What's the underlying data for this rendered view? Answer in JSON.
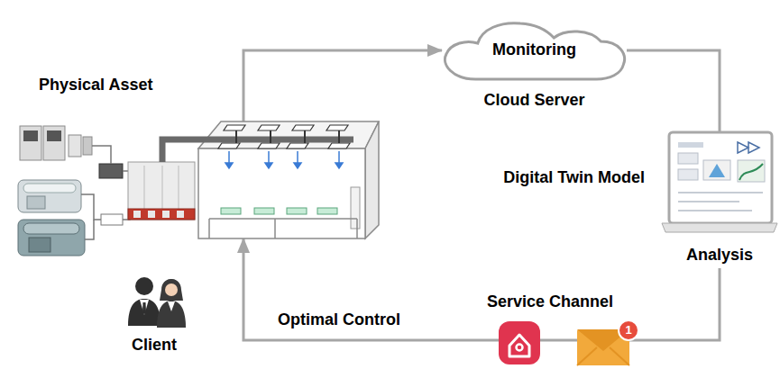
{
  "diagram": {
    "nodes": [
      {
        "text": [
          "Physical Asset"
        ]
      },
      {
        "text": [
          "Monitoring",
          "Cloud Server"
        ]
      },
      {
        "text": [
          "Digital Twin Model",
          "Analysis"
        ]
      }
    ],
    "edges": [
      {
        "from": 0,
        "to": 1,
        "arrow": "to"
      },
      {
        "from": 1,
        "to": 2,
        "arrow": "none"
      },
      {
        "from": 2,
        "to": 0,
        "arrow": "to",
        "label": "Optimal Control"
      }
    ],
    "labels": [
      "Service Channel",
      "1",
      "Client"
    ]
  }
}
